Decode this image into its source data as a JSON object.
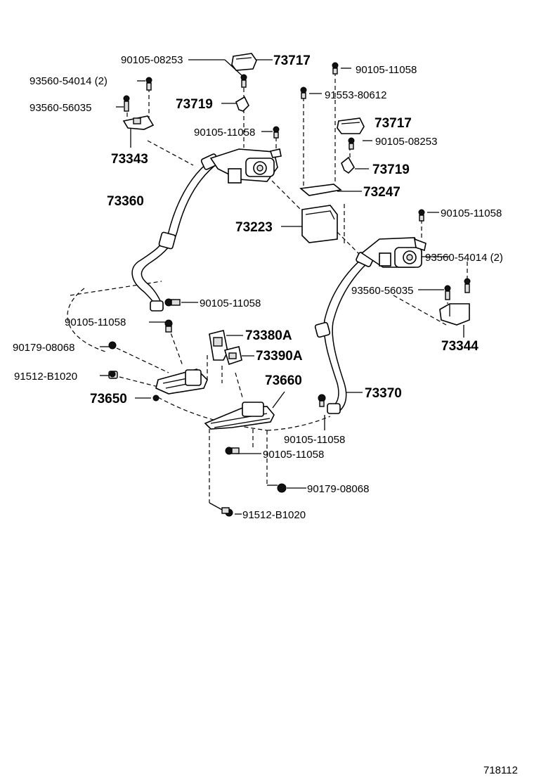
{
  "diagram": {
    "labels": {
      "p_90105_08253_a": "90105-08253",
      "p_73717_a": "73717",
      "p_90105_11058_top": "90105-11058",
      "p_93560_54014_l": "93560-54014 (2)",
      "p_91553_80612": "91553-80612",
      "p_73719_a": "73719",
      "p_93560_56035_l": "93560-56035",
      "p_73717_b": "73717",
      "p_90105_11058_l1": "90105-11058",
      "p_90105_08253_b": "90105-08253",
      "p_73343": "73343",
      "p_73719_b": "73719",
      "p_73247": "73247",
      "p_73360": "73360",
      "p_90105_11058_r": "90105-11058",
      "p_73223": "73223",
      "p_93560_54014_r": "93560-54014 (2)",
      "p_93560_56035_r": "93560-56035",
      "p_90105_11058_m": "90105-11058",
      "p_90105_11058_l2": "90105-11058",
      "p_73344": "73344",
      "p_73380A": "73380A",
      "p_90179_08068_l": "90179-08068",
      "p_73390A": "73390A",
      "p_91512_B1020_l": "91512-B1020",
      "p_73660": "73660",
      "p_73370": "73370",
      "p_73650": "73650",
      "p_90105_11058_b1": "90105-11058",
      "p_90105_11058_b2": "90105-11058",
      "p_90179_08068_b": "90179-08068",
      "p_91512_B1020_b": "91512-B1020"
    },
    "figure_number": "718112"
  }
}
